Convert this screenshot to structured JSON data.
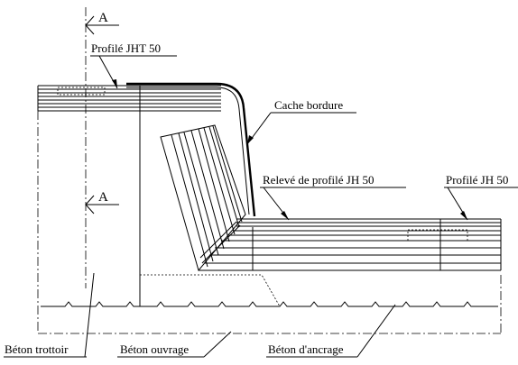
{
  "section_marks": {
    "top": "A",
    "bottom": "A"
  },
  "labels": {
    "profile_jht": "Profilé JHT 50",
    "cache_bordure": "Cache bordure",
    "releve": "Relevé de profilé JH 50",
    "profile_jh": "Profilé JH 50",
    "beton_trottoir": "Béton trottoir",
    "beton_ouvrage": "Béton ouvrage",
    "beton_ancrage": "Béton d'ancrage"
  }
}
